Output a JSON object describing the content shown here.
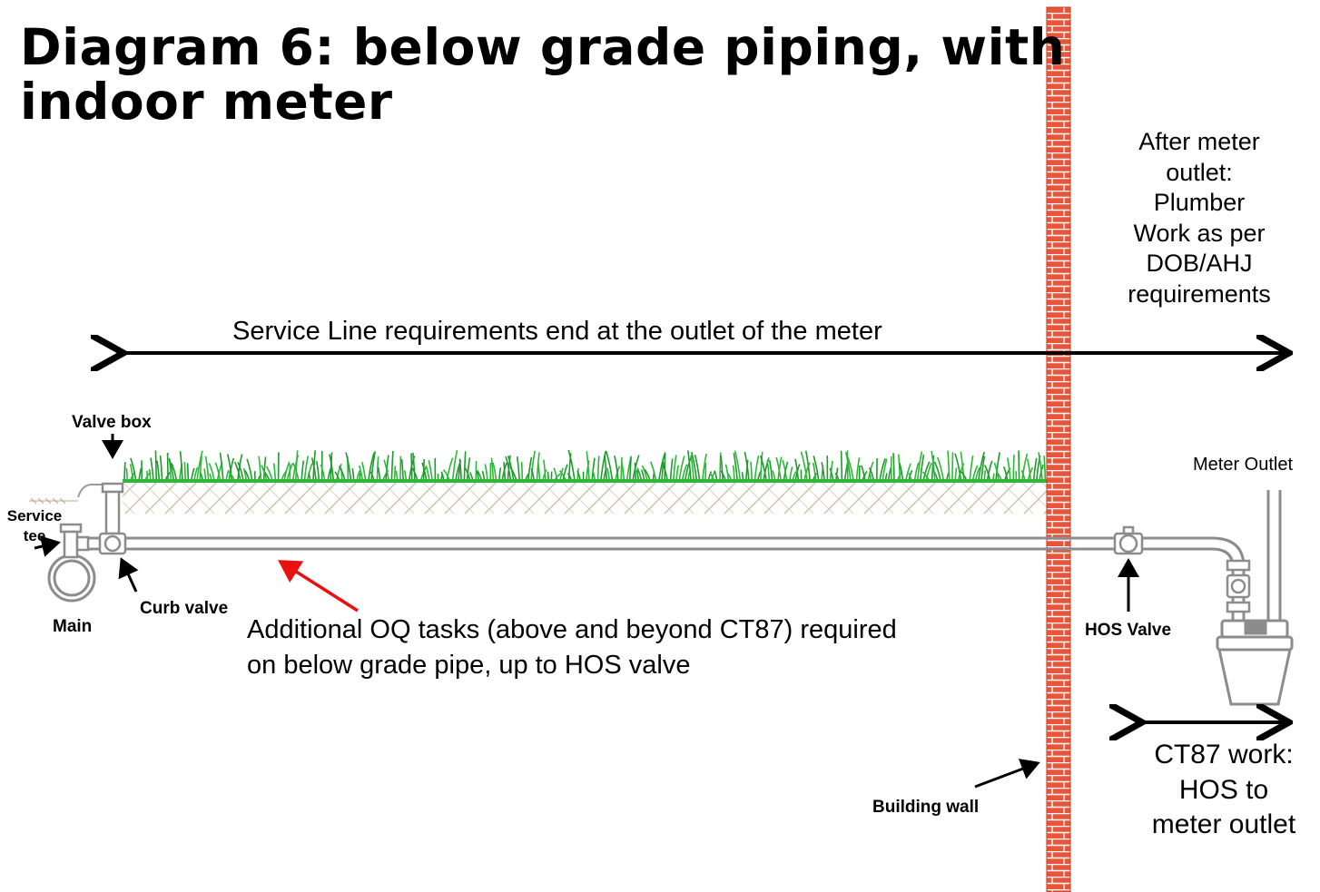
{
  "title": {
    "line1": "Diagram 6: below grade piping, with",
    "line2": "indoor meter"
  },
  "labels": {
    "after_meter": [
      "After meter",
      "outlet:",
      "Plumber",
      "Work as per",
      "DOB/AHJ",
      "requirements"
    ],
    "service_line": "Service Line requirements end at the outlet of the meter",
    "valve_box": "Valve box",
    "service_tee": [
      "Service",
      "tee"
    ],
    "main": "Main",
    "curb_valve": "Curb valve",
    "oq_tasks": [
      "Additional OQ tasks (above and beyond CT87) required",
      "on below grade pipe, up to HOS valve"
    ],
    "hos_valve": "HOS Valve",
    "meter_outlet": "Meter Outlet",
    "ct87_work": [
      "CT87 work:",
      "HOS to",
      "meter outlet"
    ],
    "building_wall": "Building wall"
  },
  "colors": {
    "brick": "#e8553a",
    "mortar": "#ffffff",
    "grass": "#2db83a",
    "soil_hatch": "#c9b89a",
    "pipe": "#8c8c8c",
    "arrow_red": "#e8110f",
    "arrow_black": "#000000"
  }
}
